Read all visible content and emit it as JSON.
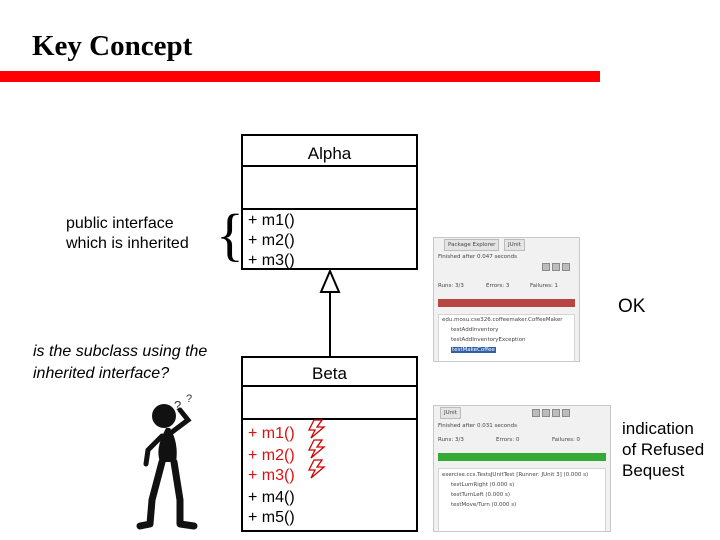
{
  "slide": {
    "title": "Key Concept"
  },
  "alpha": {
    "name": "Alpha",
    "methods": [
      "+ m1()",
      "+ m2()",
      "+ m3()"
    ]
  },
  "beta": {
    "name": "Beta",
    "methods": [
      "+ m1()",
      "+ m2()",
      "+ m3()",
      "+ m4()",
      "+ m5()"
    ]
  },
  "notes": {
    "inherited_line1": "public interface",
    "inherited_line2": "which is inherited",
    "question_line1": "is the subclass using the",
    "question_line2": "inherited interface?"
  },
  "ok_label": "OK",
  "refused": {
    "line1": "indication",
    "line2": "of Refused",
    "line3": "Bequest"
  },
  "panel_top": {
    "tabs": [
      "Package Explorer",
      "JUnit"
    ],
    "status": "Finished after 0.047 seconds",
    "runs": "Runs: 3/3",
    "errors": "Errors: 3",
    "failures": "Failures: 1",
    "bar_color": "#b84444",
    "tree": [
      "edu.mosu.cse326.coffeemaker.CoffeeMaker",
      "testAddInventory",
      "testAddInventoryException",
      "testMakeCoffee"
    ]
  },
  "panel_bottom": {
    "tab": "JUnit",
    "status": "Finished after 0.031 seconds",
    "runs": "Runs: 3/3",
    "errors": "Errors: 0",
    "failures": "Failures: 0",
    "bar_color": "#33aa33",
    "tree": [
      "exercise.ccs.TestsJUnitTest [Runner: JUnit 3] (0.000 s)",
      "testLumRight (0.000 s)",
      "testTurnLeft (0.000 s)",
      "testMove/Turn (0.000 s)"
    ]
  },
  "colors": {
    "title_rule": "#ff0000",
    "red_methods": "#e01010",
    "lightning": "#d00000"
  }
}
